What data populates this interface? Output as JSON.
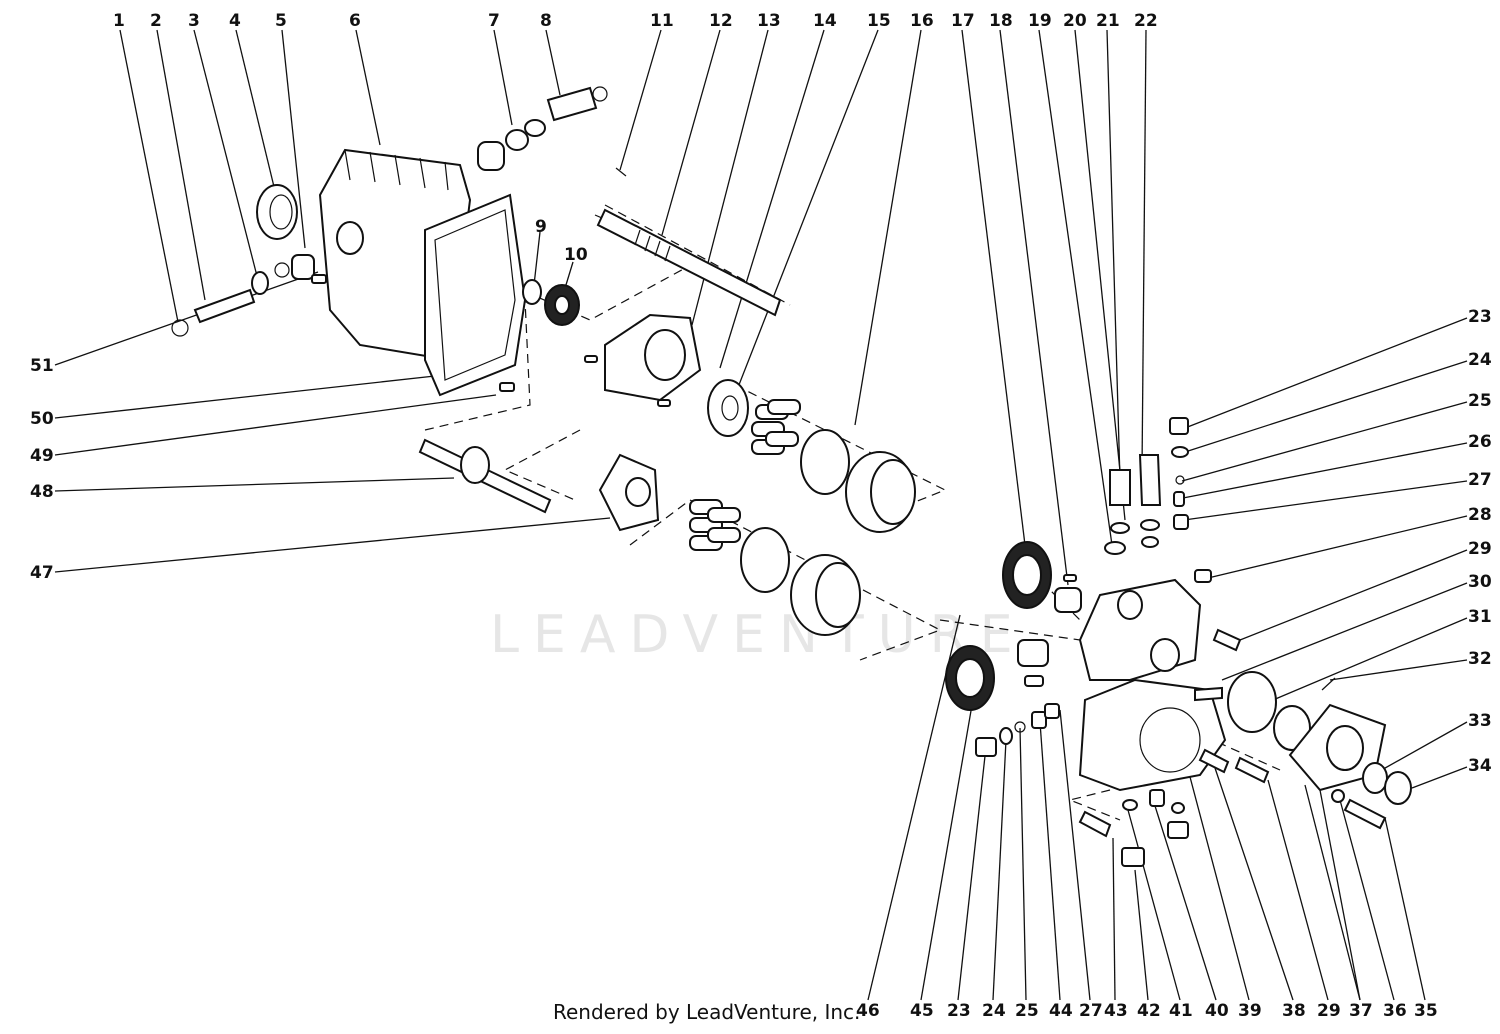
{
  "watermark": "LEADVENTURE",
  "credit": "Rendered by LeadVenture, Inc.",
  "callouts": [
    "1",
    "2",
    "3",
    "4",
    "5",
    "6",
    "7",
    "8",
    "11",
    "12",
    "13",
    "14",
    "15",
    "16",
    "17",
    "18",
    "19",
    "20",
    "21",
    "22",
    "23",
    "24",
    "25",
    "26",
    "27",
    "28",
    "29",
    "30",
    "31",
    "32",
    "33",
    "34",
    "51",
    "50",
    "49",
    "48",
    "47",
    "46",
    "45",
    "23",
    "24",
    "25",
    "44",
    "27",
    "43",
    "42",
    "41",
    "40",
    "39",
    "38",
    "29",
    "37",
    "36",
    "35",
    "9",
    "10"
  ]
}
